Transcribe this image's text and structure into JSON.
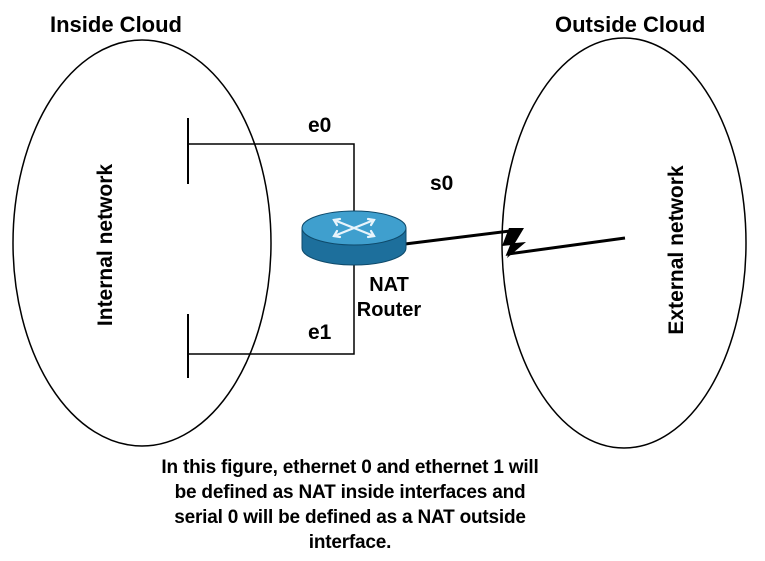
{
  "colors": {
    "background": "#ffffff",
    "line": "#000000",
    "router_top": "#3f9fce",
    "router_side": "#1d6f9c",
    "router_arrows": "#e8f4fb"
  },
  "inside_cloud": {
    "title": "Inside Cloud",
    "network_label": "Internal network"
  },
  "outside_cloud": {
    "title": "Outside Cloud",
    "network_label": "External network"
  },
  "interfaces": {
    "e0": "e0",
    "e1": "e1",
    "s0": "s0"
  },
  "router": {
    "icon": "router-icon",
    "label_line1": "NAT",
    "label_line2": "Router"
  },
  "serial_link_icon": "lightning-bolt-icon",
  "caption": {
    "line1": "In this figure, ethernet 0 and ethernet 1 will",
    "line2": "be defined as NAT inside interfaces and",
    "line3": "serial 0 will be defined as a NAT outside",
    "line4": "interface."
  }
}
